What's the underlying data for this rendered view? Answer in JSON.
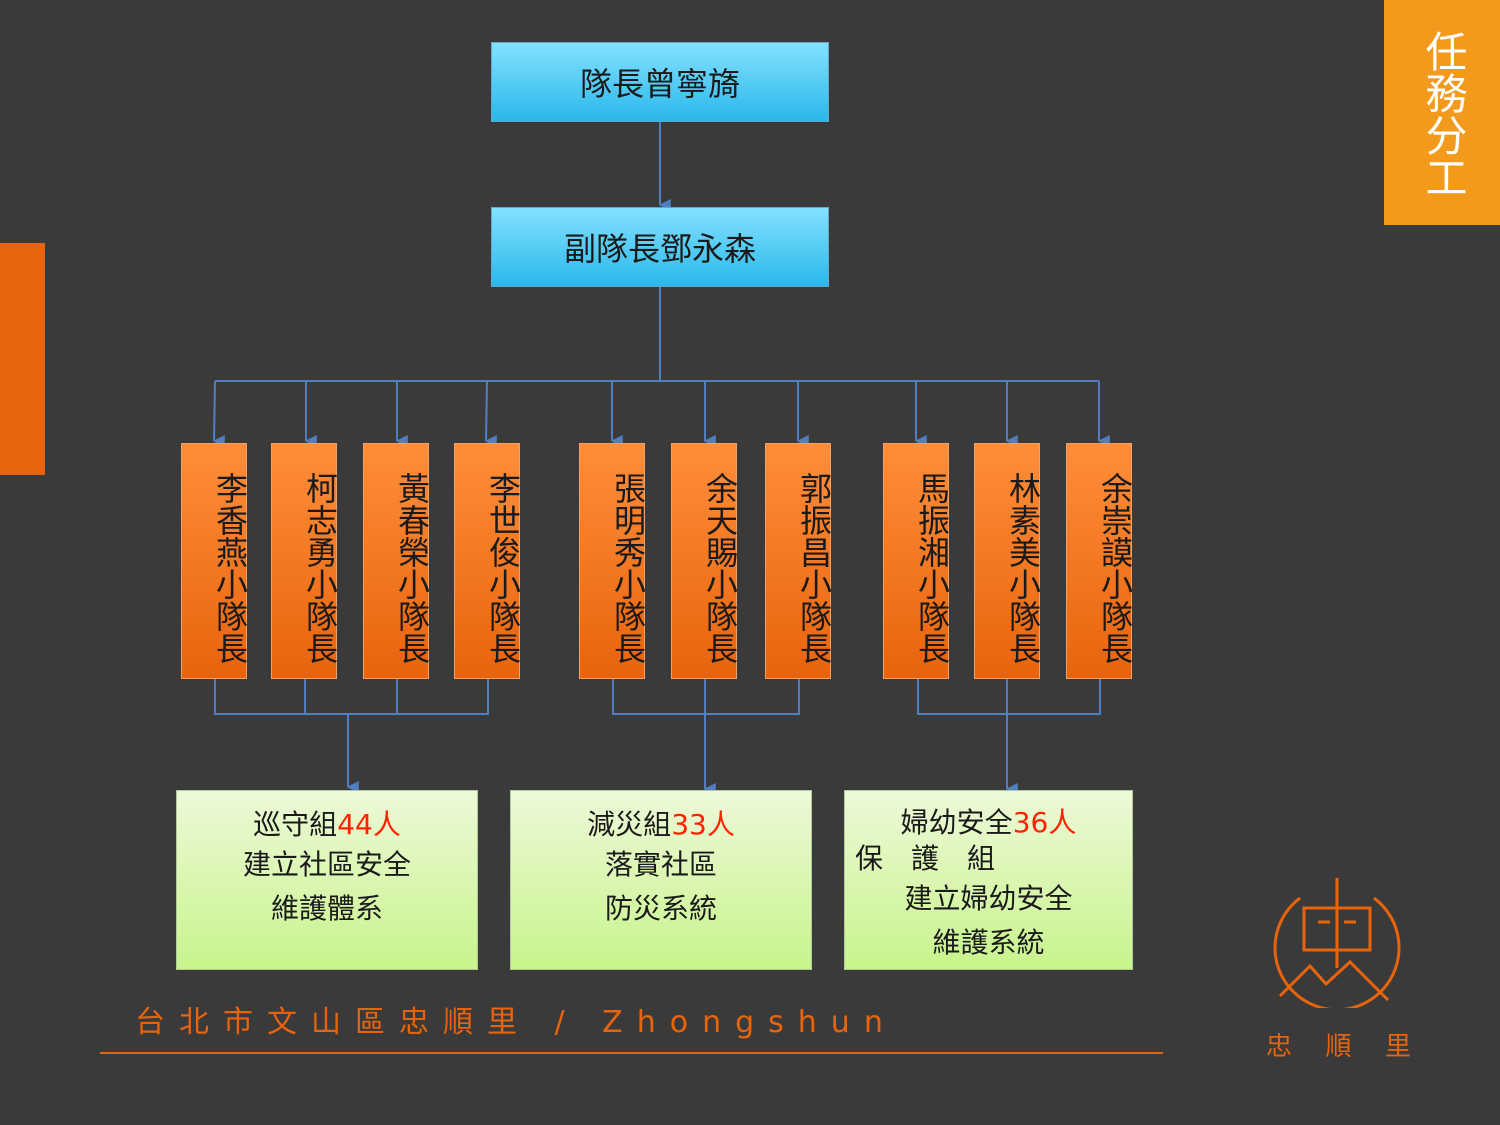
{
  "corner_title": "任務分工",
  "captain": "隊長曾寧旖",
  "vice_captain": "副隊長鄧永森",
  "leaders": [
    "李香燕小隊長",
    "柯志勇小隊長",
    "黃春榮小隊長",
    "李世俊小隊長",
    "張明秀小隊長",
    "余天賜小隊長",
    "郭振昌小隊長",
    "馬振湘小隊長",
    "林素美小隊長",
    "余崇謨小隊長"
  ],
  "groups": [
    {
      "name": "巡守組",
      "count": "44人",
      "lines": [
        "建立社區安全",
        "維護體系"
      ]
    },
    {
      "name": "減災組",
      "count": "33人",
      "lines": [
        "落實社區",
        "防災系統"
      ]
    },
    {
      "name": "婦幼安全",
      "count": "36人",
      "name2": "保　護　組",
      "lines": [
        "建立婦幼安全",
        "維護系統"
      ]
    }
  ],
  "footer": "台北市文山區忠順里 / Zhongshun",
  "logo_label": [
    "忠",
    "順",
    "里"
  ],
  "colors": {
    "background": "#3a3a3a",
    "accent_orange": "#e8640c",
    "tab_orange": "#f39a1d",
    "connector_blue": "#4f7fc0",
    "count_red": "#ff2200"
  }
}
